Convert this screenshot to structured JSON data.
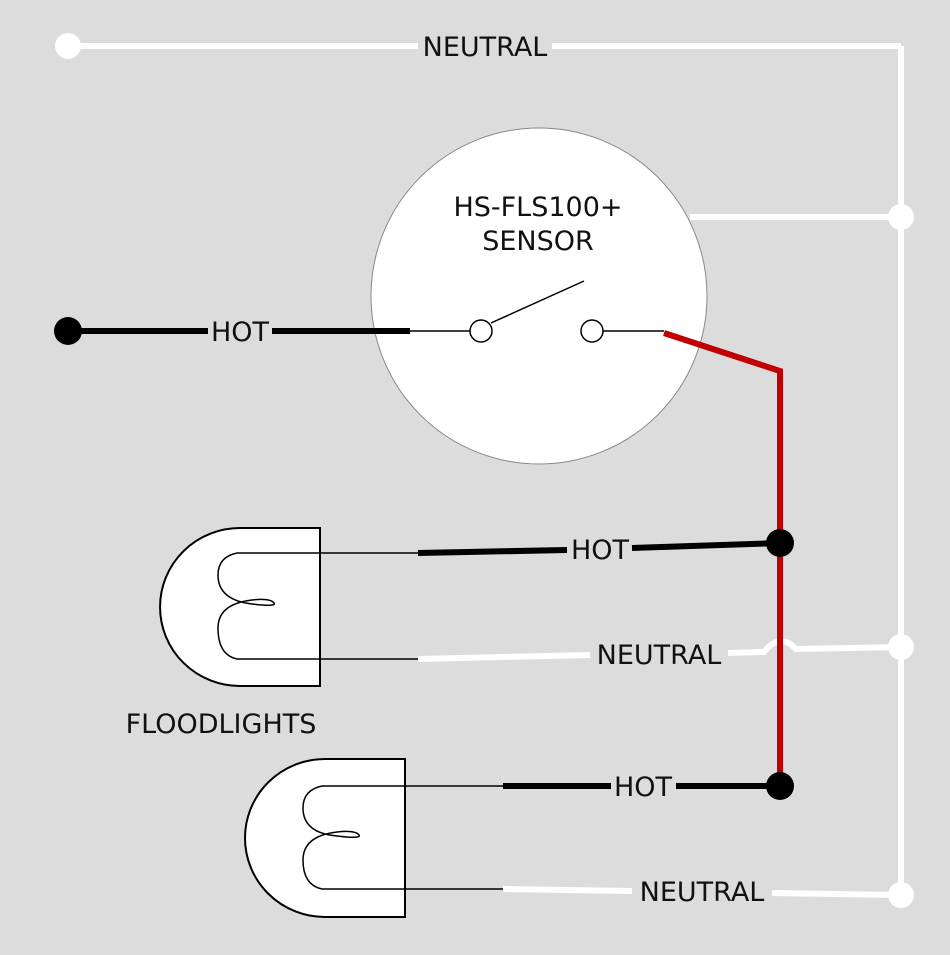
{
  "sensor": {
    "model": "HS-FLS100+",
    "label": "SENSOR"
  },
  "wires": {
    "neutral_top": "NEUTRAL",
    "hot_input": "HOT",
    "hot_light_1": "HOT",
    "neutral_light_1": "NEUTRAL",
    "hot_light_2": "HOT",
    "neutral_light_2": "NEUTRAL"
  },
  "floodlights_label": "FLOODLIGHTS",
  "colors": {
    "background": "#dcdcdc",
    "hot": "#000000",
    "neutral": "#ffffff",
    "switched_hot": "#c00000"
  }
}
